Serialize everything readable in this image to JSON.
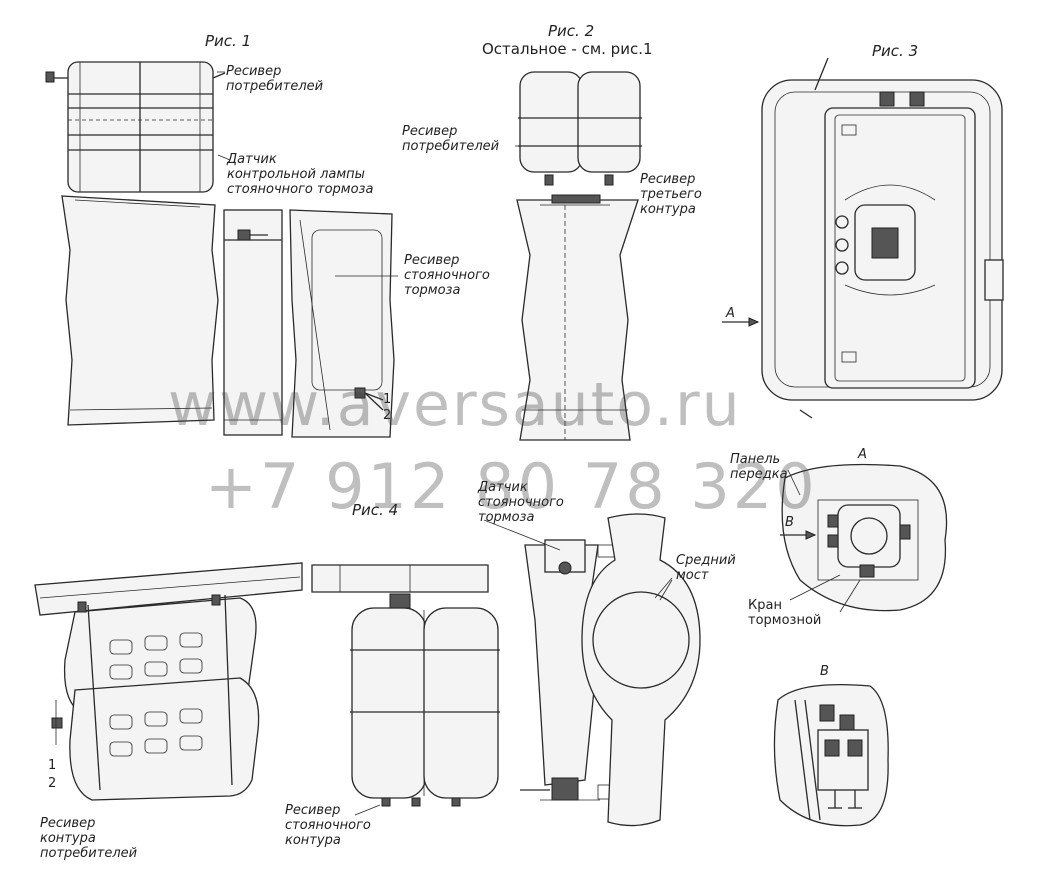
{
  "figures": {
    "fig1": "Рис. 1",
    "fig2": "Рис. 2",
    "fig2_note": "Остальное - см. рис.1",
    "fig3": "Рис. 3",
    "fig4": "Рис. 4"
  },
  "labels": {
    "fig1_receiver_consumers_1": "Ресивер",
    "fig1_receiver_consumers_2": "потребителей",
    "fig1_sensor_1": "Датчик",
    "fig1_sensor_2": "контрольной лампы",
    "fig1_sensor_3": "стояночного тормоза",
    "fig1_parking_receiver_1": "Ресивер",
    "fig1_parking_receiver_2": "стояночного",
    "fig1_parking_receiver_3": "тормоза",
    "fig1_num1": "1",
    "fig1_num2": "2",
    "fig2_receiver_consumers_1": "Ресивер",
    "fig2_receiver_consumers_2": "потребителей",
    "fig2_receiver_third_1": "Ресивер",
    "fig2_receiver_third_2": "третьего",
    "fig2_receiver_third_3": "контура",
    "fig3_arrow_a": "А",
    "view_a": "А",
    "panel_1": "Панель",
    "panel_2": "передка",
    "view_b_arrow": "В",
    "brake_valve_1": "Кран",
    "brake_valve_2": "тормозной",
    "view_b": "В",
    "fig4_num1": "1",
    "fig4_num2": "2",
    "fig4_receiver_1": "Ресивер",
    "fig4_receiver_2": "контура",
    "fig4_receiver_3": "потребителей",
    "fig4_parking_1": "Ресивер",
    "fig4_parking_2": "стояночного",
    "fig4_parking_3": "контура",
    "fig4_sensor_1": "Датчик",
    "fig4_sensor_2": "стояночного",
    "fig4_sensor_3": "тормоза",
    "middle_axle_1": "Средний",
    "middle_axle_2": "мост"
  },
  "watermark": {
    "site": "www.aversauto.ru",
    "phone": "+7 912 80 78 320"
  }
}
